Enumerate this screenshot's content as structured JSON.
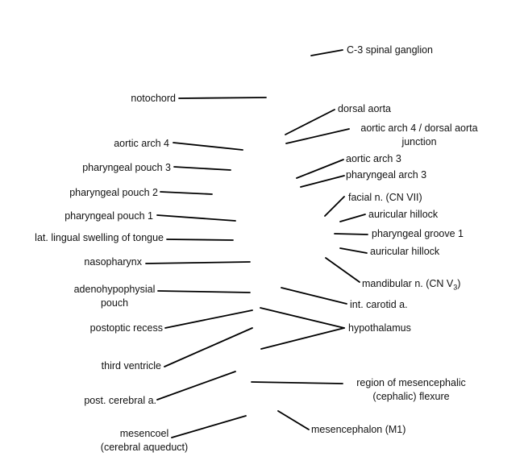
{
  "labels": {
    "c3_spinal_ganglion": "C-3 spinal ganglion",
    "notochord": "notochord",
    "dorsal_aorta": "dorsal aorta",
    "aortic_arch_4_dorsal_aorta_line1": "aortic arch 4 / dorsal aorta",
    "aortic_arch_4_dorsal_aorta_line2": "junction",
    "aortic_arch_4": "aortic arch 4",
    "aortic_arch_3": "aortic arch 3",
    "pharyngeal_pouch_3": "pharyngeal pouch 3",
    "pharyngeal_arch_3": "pharyngeal arch 3",
    "pharyngeal_pouch_2": "pharyngeal pouch 2",
    "facial_n": "facial n. (CN VII)",
    "auricular_hillock_upper": "auricular hillock",
    "pharyngeal_pouch_1": "pharyngeal pouch 1",
    "pharyngeal_groove_1": "pharyngeal groove 1",
    "lat_lingual_swelling": "lat. lingual swelling of tongue",
    "auricular_hillock_lower": "auricular hillock",
    "nasopharynx": "nasopharynx",
    "mandibular_n_main": "mandibular n. (CN V",
    "mandibular_n_sub": "3",
    "mandibular_n_close": ")",
    "adenohypophysial_pouch_line1": "adenohypophysial",
    "adenohypophysial_pouch_line2": "pouch",
    "int_carotid_a": "int. carotid a.",
    "postoptic_recess": "postoptic recess",
    "hypothalamus": "hypothalamus",
    "third_ventricle": "third ventricle",
    "region_mesencephalic_flexure_line1": "region of mesencephalic",
    "region_mesencephalic_flexure_line2": "(cephalic) flexure",
    "post_cerebral_a": "post. cerebral a.",
    "mesencoel_line1": "mesencoel",
    "mesencoel_line2": "(cerebral aqueduct)",
    "mesencephalon": "mesencephalon (M1)"
  },
  "colors": {
    "background": "#ffffff",
    "text": "#111111",
    "leader_line": "#000000"
  }
}
